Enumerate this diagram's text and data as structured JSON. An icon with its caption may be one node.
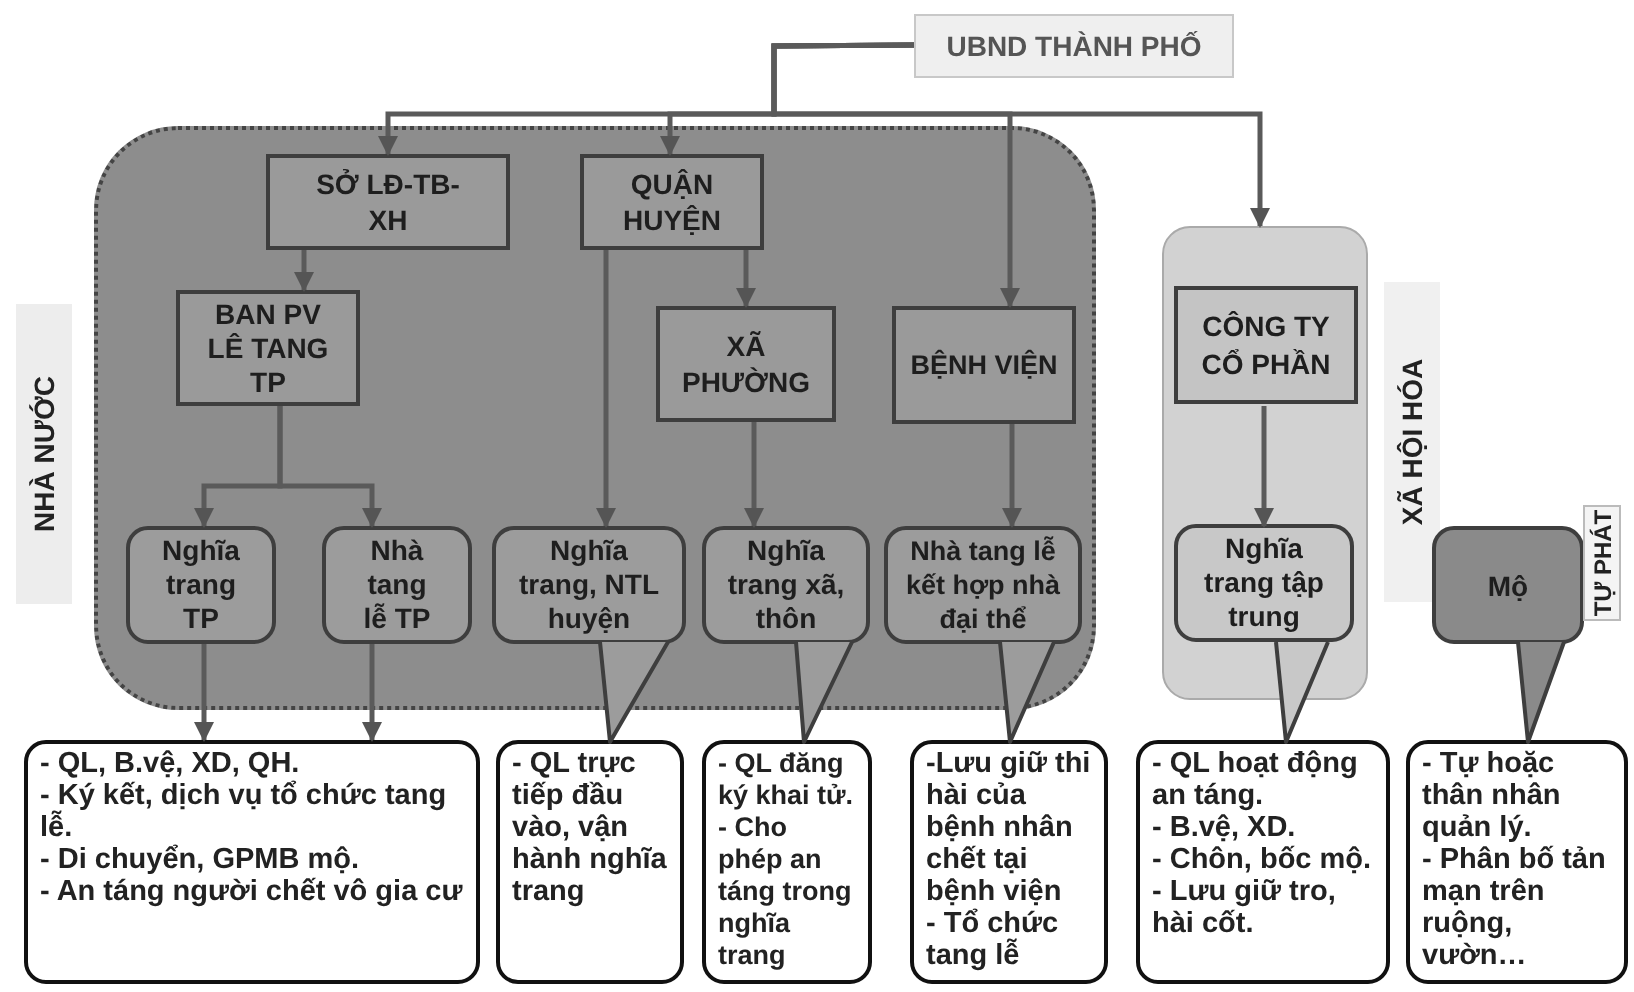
{
  "diagram": {
    "nodes": [
      {
        "text": [
          "UBND THÀNH PHỐ"
        ]
      },
      {
        "text": [
          "NHÀ NƯỚC"
        ]
      },
      {
        "text": [
          "SỞ LĐ-TB-XH"
        ],
        "in": 1
      },
      {
        "text": [
          "BAN PV LÊ TANG TP"
        ],
        "in": 1
      },
      {
        "text": [
          "QUẬN HUYỆN"
        ],
        "in": 1
      },
      {
        "text": [
          "XÃ PHƯỜNG"
        ],
        "in": 1
      },
      {
        "text": [
          "BỆNH VIỆN"
        ],
        "in": 1
      },
      {
        "text": [
          "Nghĩa trang TP"
        ],
        "in": 1
      },
      {
        "text": [
          "Nhà tang lễ TP"
        ],
        "in": 1
      },
      {
        "text": [
          "Nghĩa trang, NTL huyện"
        ],
        "in": 1
      },
      {
        "text": [
          "Nghĩa trang xã, thôn"
        ],
        "in": 1
      },
      {
        "text": [
          "Nhà tang lễ kết hợp nhà đại thể"
        ],
        "in": 1
      },
      {
        "text": [
          "XÃ HỘI HÓA"
        ]
      },
      {
        "text": [
          "CÔNG TY CỔ PHẦN"
        ],
        "in": 12
      },
      {
        "text": [
          "Nghĩa trang tập trung"
        ],
        "in": 12
      },
      {
        "text": [
          "Mộ"
        ],
        "beside": [
          "TỰ PHÁT"
        ]
      },
      {
        "text": [
          "- QL, B.vệ, XD, QH.",
          "- Ký kết, dịch vụ tổ chức tang lễ.",
          "- Di chuyển, GPMB mộ.",
          "- An táng người chết vô gia cư"
        ]
      },
      {
        "text": [
          "- QL trực tiếp đầu vào, vận hành nghĩa trang"
        ]
      },
      {
        "text": [
          "- QL đăng ký khai tử.",
          "- Cho phép an táng trong nghĩa trang"
        ]
      },
      {
        "text": [
          "-Lưu giữ thi hài của bệnh nhân chết tại bệnh viện",
          "- Tổ chức tang lễ"
        ]
      },
      {
        "text": [
          "- QL hoạt động an táng.",
          "- B.vệ, XD.",
          "- Chôn, bốc mộ.",
          "- Lưu giữ tro, hài cốt."
        ]
      },
      {
        "text": [
          "- Tự hoặc thân nhân quản lý.",
          "- Phân bố tản mạn trên ruộng, vườn…"
        ]
      }
    ],
    "edges": [
      {
        "from": 0,
        "to": 2,
        "arrow": "to"
      },
      {
        "from": 0,
        "to": 4,
        "arrow": "to"
      },
      {
        "from": 0,
        "to": 6,
        "arrow": "to"
      },
      {
        "from": 0,
        "to": 12,
        "arrow": "to"
      },
      {
        "from": 2,
        "to": 3,
        "arrow": "to"
      },
      {
        "from": 3,
        "to": 7,
        "arrow": "to"
      },
      {
        "from": 3,
        "to": 8,
        "arrow": "to"
      },
      {
        "from": 4,
        "to": 9,
        "arrow": "to"
      },
      {
        "from": 4,
        "to": 5,
        "arrow": "to"
      },
      {
        "from": 5,
        "to": 10,
        "arrow": "to"
      },
      {
        "from": 6,
        "to": 11,
        "arrow": "to"
      },
      {
        "from": 13,
        "to": 14,
        "arrow": "to"
      },
      {
        "from": 7,
        "to": 16,
        "arrow": "to"
      },
      {
        "from": 8,
        "to": 16,
        "arrow": "to"
      },
      {
        "from": 9,
        "to": 17,
        "arrow": "to"
      },
      {
        "from": 10,
        "to": 18,
        "arrow": "to"
      },
      {
        "from": 11,
        "to": 19,
        "arrow": "to"
      },
      {
        "from": 14,
        "to": 20,
        "arrow": "to"
      },
      {
        "from": 15,
        "to": 21,
        "arrow": "to"
      }
    ]
  }
}
